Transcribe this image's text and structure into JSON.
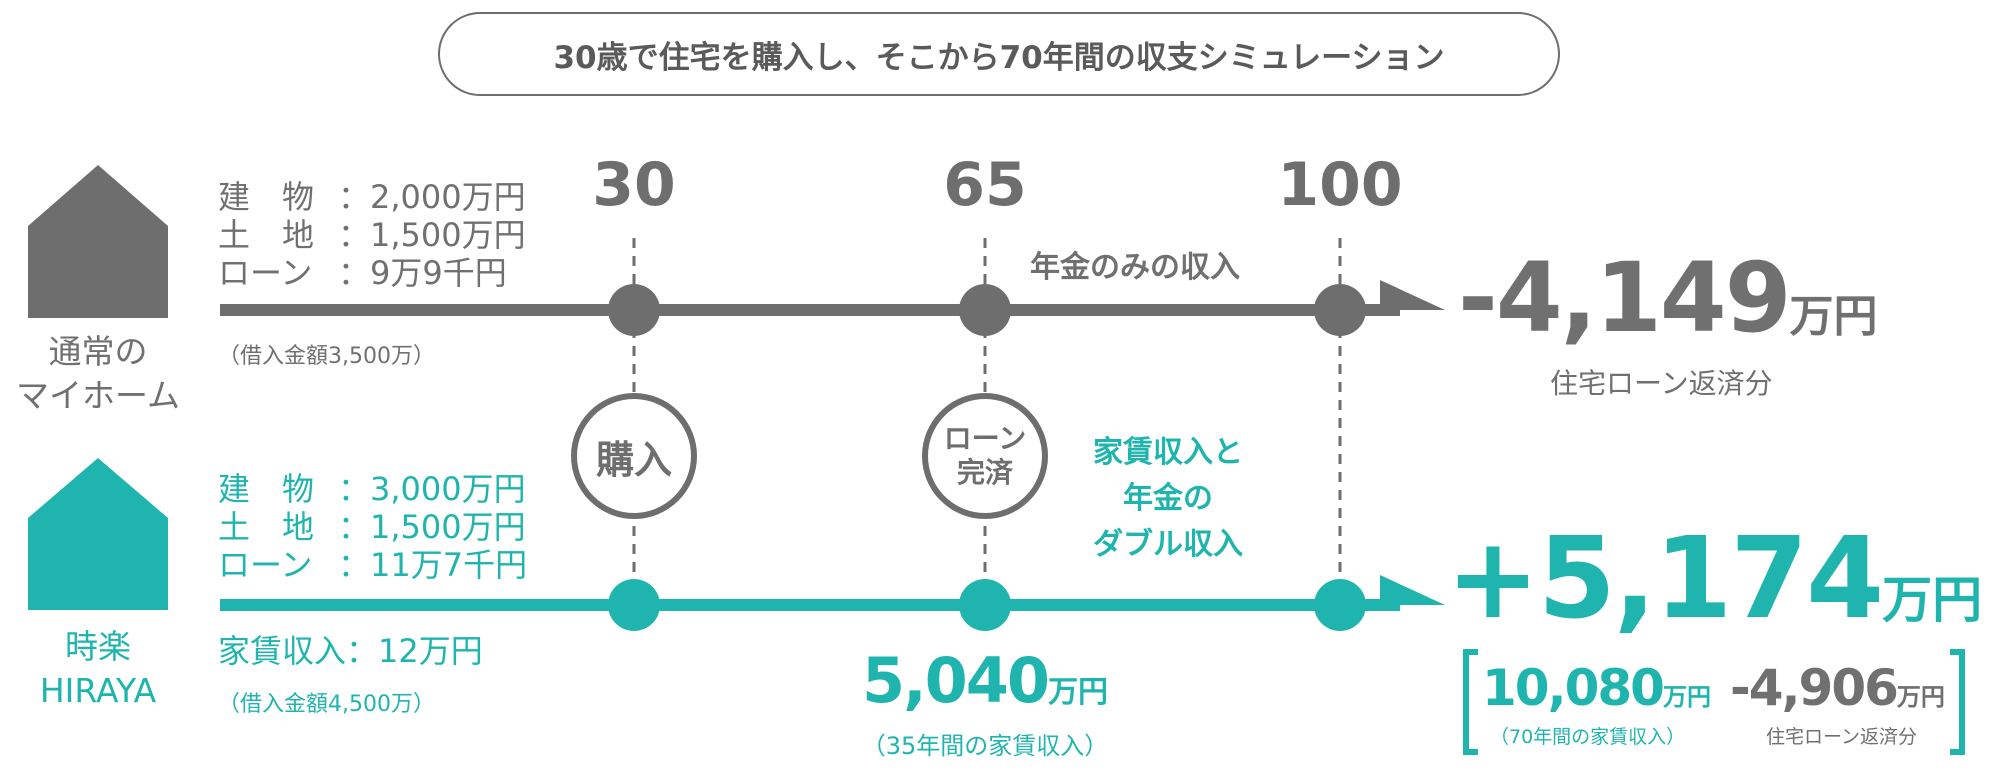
{
  "title": "30歳で住宅を購入し、そこから70年間の収支シミュレーション",
  "ages": [
    "30",
    "65",
    "100"
  ],
  "normal": {
    "label_line1": "通常の",
    "label_line2": "マイホーム",
    "specs": [
      {
        "key": "建　物",
        "value": "：2,000万円"
      },
      {
        "key": "土　地",
        "value": "：1,500万円"
      },
      {
        "key": "ローン",
        "value": "：9万9千円"
      }
    ],
    "loan_note": "（借入金額3,500万）",
    "pension_label": "年金のみの収入",
    "result_value": "-4,149",
    "result_unit": "万円",
    "result_sub": "住宅ローン返済分"
  },
  "milestones": {
    "purchase": "購入",
    "loan_done_line1": "ローン",
    "loan_done_line2": "完済"
  },
  "hiraya": {
    "label_line1": "時楽",
    "label_line2": "HIRAYA",
    "specs": [
      {
        "key": "建　物",
        "value": "：3,000万円"
      },
      {
        "key": "土　地",
        "value": "：1,500万円"
      },
      {
        "key": "ローン",
        "value": "：11万7千円"
      }
    ],
    "rent_income": "家賃収入：12万円",
    "loan_note": "（借入金額4,500万）",
    "double_income_lines": [
      "家賃収入と",
      "年金の",
      "ダブル収入"
    ],
    "rent35_value": "5,040",
    "rent35_unit": "万円",
    "rent35_sub": "（35年間の家賃収入）",
    "result_value": "+5,174",
    "result_unit": "万円",
    "breakdown_income_value": "10,080",
    "breakdown_income_unit": "万円",
    "breakdown_income_sub": "（70年間の家賃収入）",
    "breakdown_loan_value": "-4,906",
    "breakdown_loan_unit": "万円",
    "breakdown_loan_sub": "住宅ローン返済分"
  },
  "colors": {
    "gray": "#6e6e6e",
    "teal": "#1fb5ae"
  }
}
